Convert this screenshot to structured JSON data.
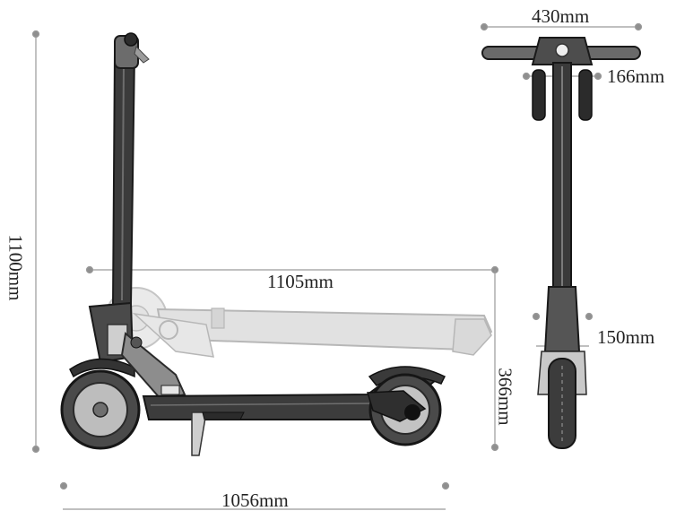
{
  "dimensions": {
    "folded_length": "1105mm",
    "overall_length": "1056mm",
    "overall_height": "1100mm",
    "folded_height": "366mm",
    "handlebar_width": "430mm",
    "grip_span": "166mm",
    "deck_width": "150mm"
  }
}
